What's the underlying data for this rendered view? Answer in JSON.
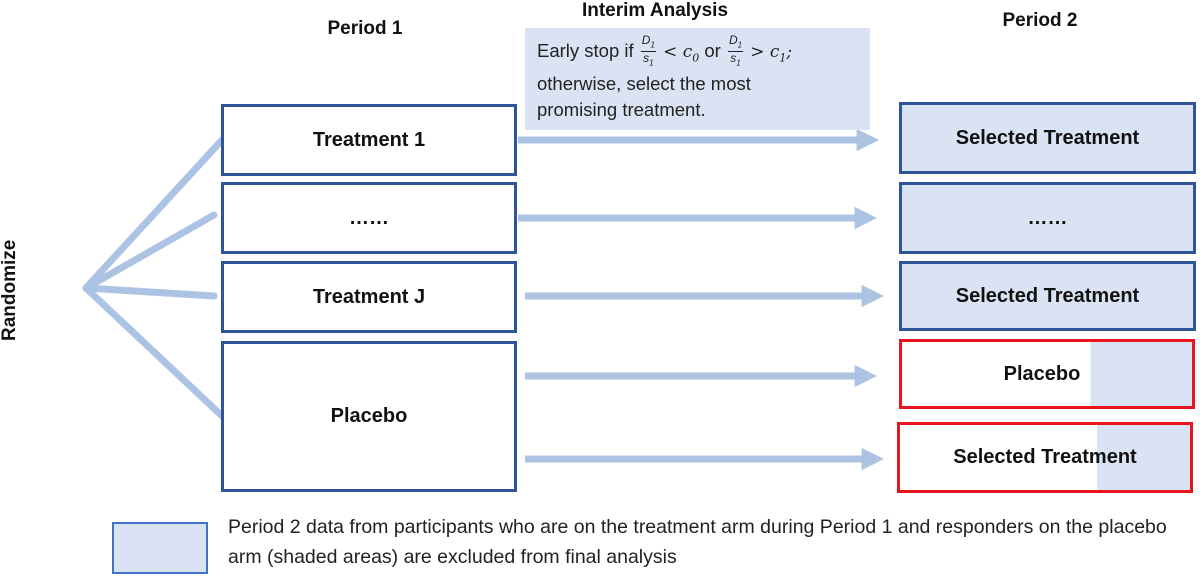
{
  "headers": {
    "period1": "Period 1",
    "interim": "Interim Analysis",
    "period2": "Period 2",
    "randomize": "Randomize"
  },
  "interim_box": {
    "prefix": "Early stop if",
    "frac_num": "D",
    "frac_num_sub": "1",
    "frac_den": "s",
    "frac_den_sub": "1",
    "cond1": "< c",
    "cond1_sub": "0",
    "or": "or",
    "cond2": "> c",
    "cond2_sub": "1",
    "semicolon": ";",
    "line2": "otherwise, select the most",
    "line3": "promising treatment."
  },
  "period1_boxes": {
    "treatment1": "Treatment 1",
    "ellipsis": "……",
    "treatmentJ": "Treatment J",
    "placebo": "Placebo"
  },
  "period2_boxes": {
    "selected1": "Selected Treatment",
    "ellipsis": "……",
    "selectedJ": "Selected Treatment",
    "placebo": "Placebo",
    "selected_from_placebo": "Selected Treatment"
  },
  "legend": {
    "text": "Period 2 data from participants who are on the treatment arm during Period 1 and responders on the placebo arm (shaded areas) are excluded from final analysis"
  },
  "colors": {
    "box_border": "#2f5597",
    "red_border": "#e8141e",
    "shade": "#dae3f3",
    "arrow": "#adc3e3",
    "legend_border": "#4472c4"
  }
}
